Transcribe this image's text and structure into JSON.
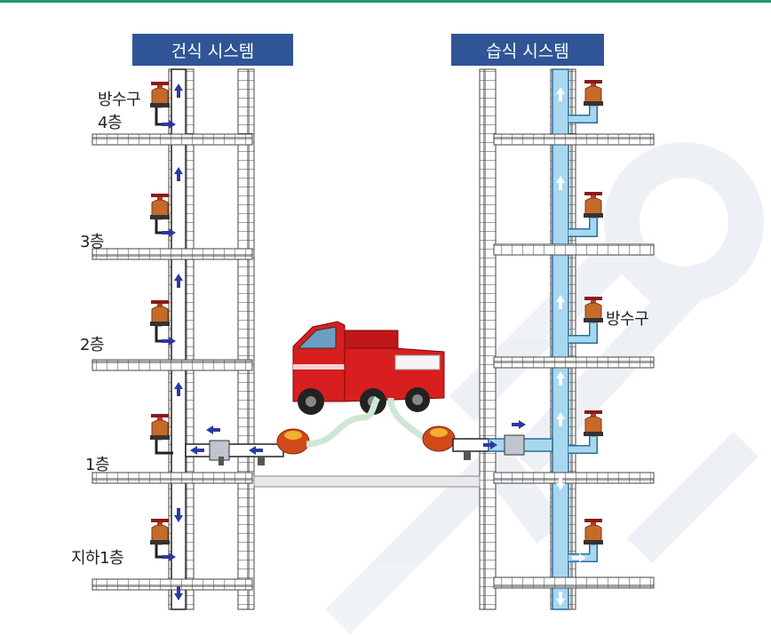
{
  "diagram": {
    "dry_system_title": "건식 시스템",
    "wet_system_title": "습식 시스템",
    "dry_labels": {
      "outlet": "방수구",
      "floor4": "4층",
      "floor3": "3층",
      "floor2": "2층",
      "floor1": "1층",
      "basement1": "지하1층"
    },
    "wet_labels": {
      "outlet": "방수구"
    }
  },
  "colors": {
    "header_bg": "#2f5596",
    "top_line": "#1d9a78",
    "wet_pipe": "#a8d8f0",
    "arrow": "#2b3aa0",
    "valve": "#b8521c",
    "truck": "#d81e1e"
  }
}
